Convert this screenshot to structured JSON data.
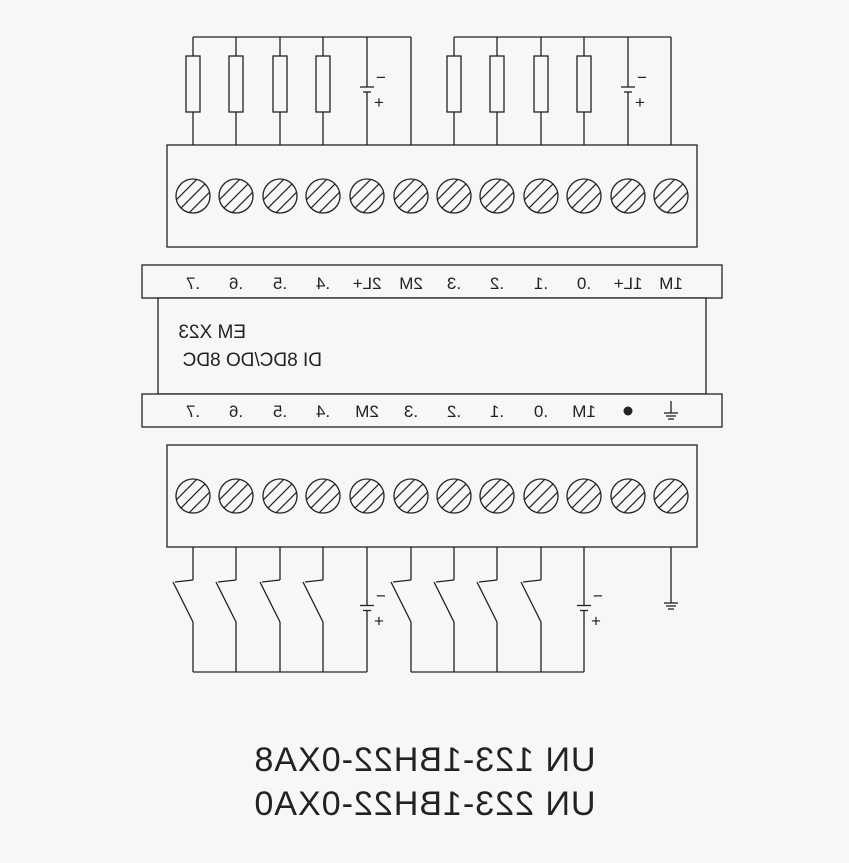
{
  "module": {
    "name_line1": "EM X23",
    "name_line2": "DI 8DC/DO 8DC"
  },
  "top_terminals": [
    ".7",
    ".6",
    ".5",
    ".4",
    "2L+",
    "2M",
    ".3",
    ".2",
    ".1",
    ".0",
    "1L+",
    "1M"
  ],
  "bottom_terminals": [
    ".7",
    ".6",
    ".5",
    ".4",
    "2M",
    ".3",
    ".2",
    ".1",
    ".0",
    "1M",
    "dot",
    "ground"
  ],
  "supply_signs": {
    "minus": "−",
    "plus": "+"
  },
  "order_codes": [
    "UN 123-1BH22-0XA8",
    "UN 223-1BH22-0XA0"
  ],
  "colors": {
    "stroke": "#222222",
    "background": "#f7f7f7"
  },
  "icons": {
    "ground": "ground-icon",
    "dot": "bullet-icon",
    "screw": "screw-terminal-icon"
  }
}
